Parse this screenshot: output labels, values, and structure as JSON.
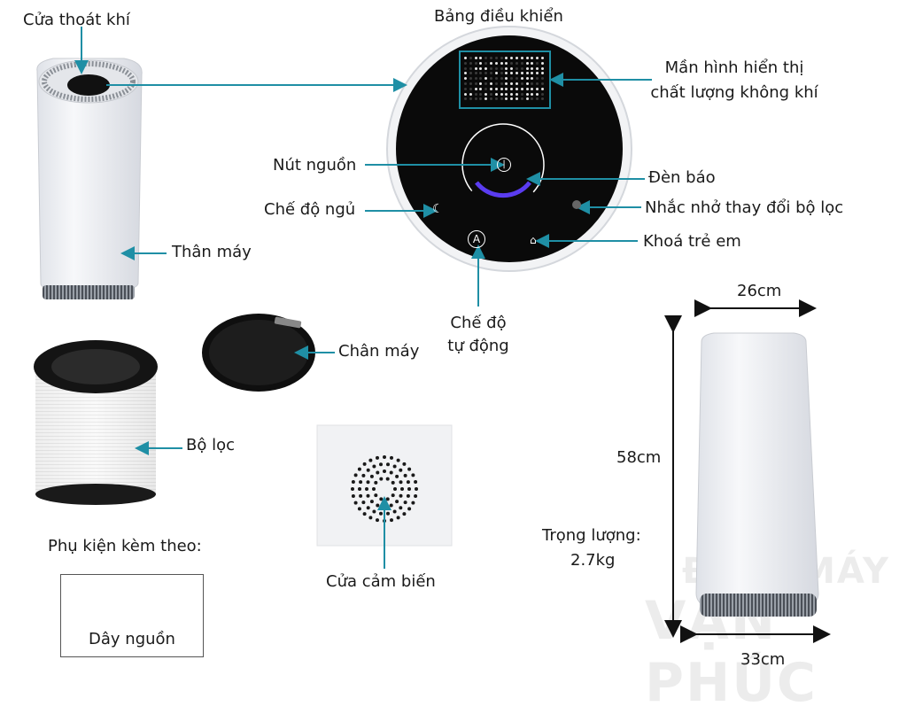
{
  "colors": {
    "arrow": "#1f8fa5",
    "dimension": "#111111",
    "body": "#eef0f4",
    "panel": "#0a0a0a",
    "filter_ring": "#2a2a2a"
  },
  "labels": {
    "outlet": "Cửa thoát khí",
    "control_panel": "Bảng điều khiển",
    "display_line1": "Mần hình hiển thị",
    "display_line2": "chất lượng không khí",
    "power_button": "Nút nguồn",
    "indicator": "Đèn báo",
    "sleep_mode": "Chế độ ngủ",
    "filter_reminder": "Nhắc nhở thay đổi bộ lọc",
    "body": "Thân máy",
    "child_lock": "Khoá trẻ em",
    "auto_line1": "Chế độ",
    "auto_line2": "tự động",
    "base": "Chân máy",
    "filter": "Bộ lọc",
    "sensor": "Cửa cảm biến",
    "accessories": "Phụ kiện kèm theo:",
    "power_cord": "Dây nguồn"
  },
  "specs": {
    "width_top": "26cm",
    "height": "58cm",
    "width_bottom": "33cm",
    "weight_label": "Trọng lượng:",
    "weight_value": "2.7kg"
  },
  "watermark": {
    "line1": "ĐIỆN MÁY",
    "line2": "VẠN PHÚC"
  },
  "icons": [
    "power-icon",
    "moon-icon",
    "filter-reminder-icon",
    "auto-icon",
    "lock-icon"
  ]
}
